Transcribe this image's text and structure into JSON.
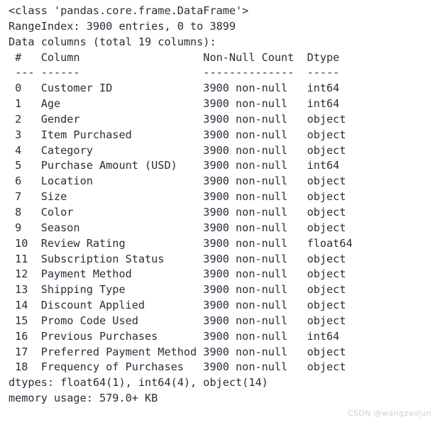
{
  "output": {
    "class_line": "<class 'pandas.core.frame.DataFrame'>",
    "index_line": "RangeIndex: 3900 entries, 0 to 3899",
    "columns_line": "Data columns (total 19 columns):",
    "dtypes_line": "dtypes: float64(1), int64(4), object(14)",
    "memory_line": "memory usage: 579.0+ KB"
  },
  "table": {
    "headers": {
      "num": "#",
      "column": "Column",
      "non_null": "Non-Null Count",
      "dtype": "Dtype"
    },
    "rule": {
      "num": "---",
      "column": "------",
      "non_null": "--------------",
      "dtype": "-----"
    },
    "layout": {
      "col_num_start": 1,
      "col_name_start": 5,
      "col_nonnull_start": 30,
      "col_dtype_start": 46
    },
    "rows": [
      {
        "num": "0",
        "column": "Customer ID",
        "non_null": "3900 non-null",
        "dtype": "int64"
      },
      {
        "num": "1",
        "column": "Age",
        "non_null": "3900 non-null",
        "dtype": "int64"
      },
      {
        "num": "2",
        "column": "Gender",
        "non_null": "3900 non-null",
        "dtype": "object"
      },
      {
        "num": "3",
        "column": "Item Purchased",
        "non_null": "3900 non-null",
        "dtype": "object"
      },
      {
        "num": "4",
        "column": "Category",
        "non_null": "3900 non-null",
        "dtype": "object"
      },
      {
        "num": "5",
        "column": "Purchase Amount (USD)",
        "non_null": "3900 non-null",
        "dtype": "int64"
      },
      {
        "num": "6",
        "column": "Location",
        "non_null": "3900 non-null",
        "dtype": "object"
      },
      {
        "num": "7",
        "column": "Size",
        "non_null": "3900 non-null",
        "dtype": "object"
      },
      {
        "num": "8",
        "column": "Color",
        "non_null": "3900 non-null",
        "dtype": "object"
      },
      {
        "num": "9",
        "column": "Season",
        "non_null": "3900 non-null",
        "dtype": "object"
      },
      {
        "num": "10",
        "column": "Review Rating",
        "non_null": "3900 non-null",
        "dtype": "float64"
      },
      {
        "num": "11",
        "column": "Subscription Status",
        "non_null": "3900 non-null",
        "dtype": "object"
      },
      {
        "num": "12",
        "column": "Payment Method",
        "non_null": "3900 non-null",
        "dtype": "object"
      },
      {
        "num": "13",
        "column": "Shipping Type",
        "non_null": "3900 non-null",
        "dtype": "object"
      },
      {
        "num": "14",
        "column": "Discount Applied",
        "non_null": "3900 non-null",
        "dtype": "object"
      },
      {
        "num": "15",
        "column": "Promo Code Used",
        "non_null": "3900 non-null",
        "dtype": "object"
      },
      {
        "num": "16",
        "column": "Previous Purchases",
        "non_null": "3900 non-null",
        "dtype": "int64"
      },
      {
        "num": "17",
        "column": "Preferred Payment Method",
        "non_null": "3900 non-null",
        "dtype": "object"
      },
      {
        "num": "18",
        "column": "Frequency of Purchases",
        "non_null": "3900 non-null",
        "dtype": "object"
      }
    ]
  },
  "watermark": {
    "text": "CSDN @wangzaojun"
  },
  "colors": {
    "text": "#2c2c3c",
    "background": "#ffffff",
    "watermark": "#d0d0d0"
  }
}
